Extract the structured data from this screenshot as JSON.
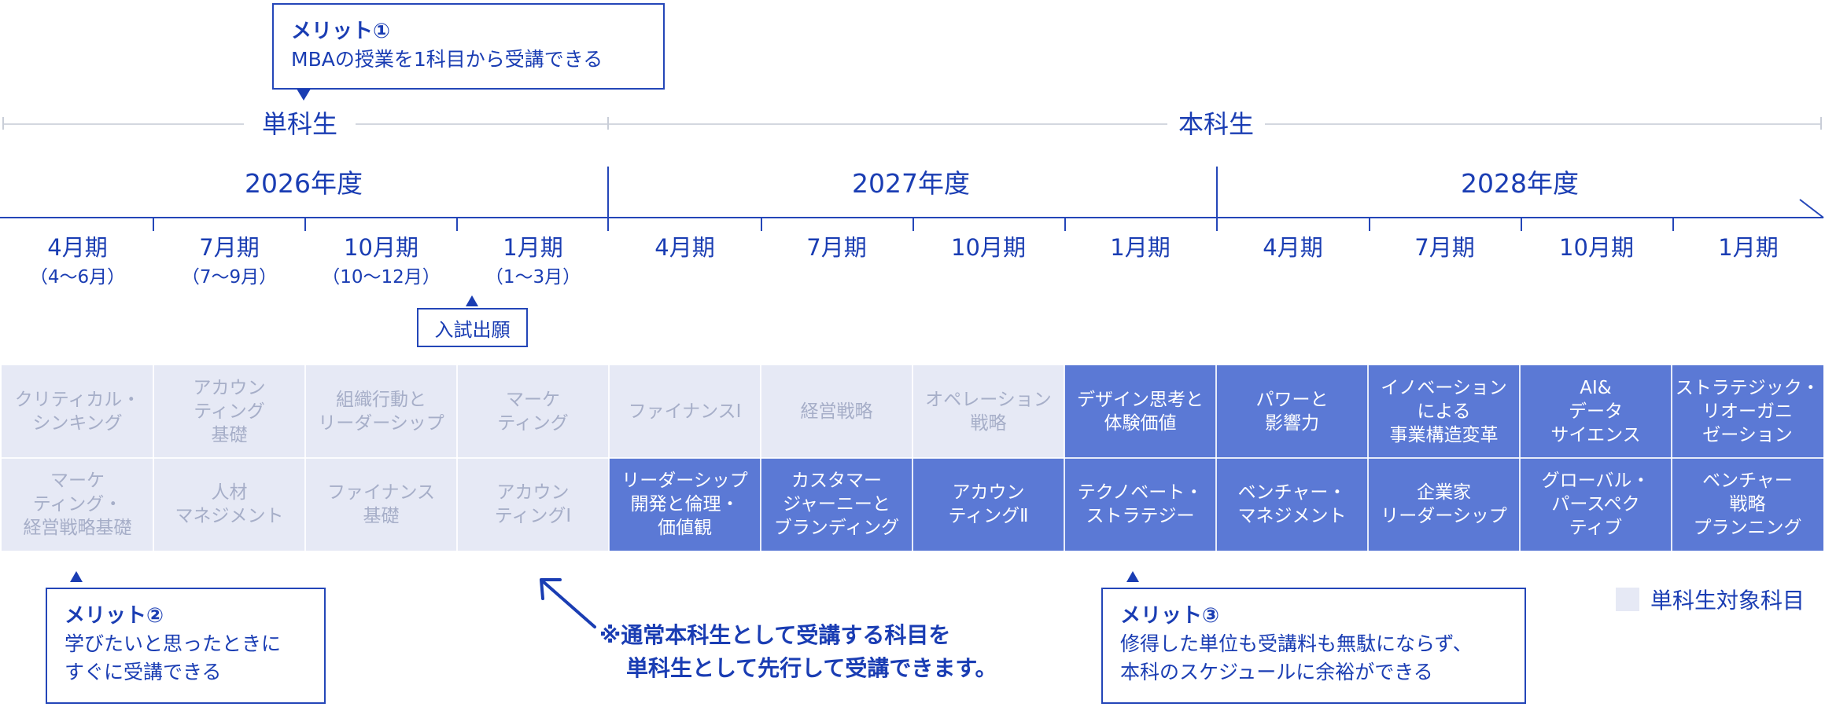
{
  "merit1": {
    "title": "メリット①",
    "body": "MBAの授業を1科目から受講できる"
  },
  "merit2": {
    "title": "メリット②",
    "line1": "学びたいと思ったときに",
    "line2": "すぐに受講できる"
  },
  "merit3": {
    "title": "メリット③",
    "line1": "修得した単位も受講料も無駄にならず、",
    "line2": "本科のスケジュールに余裕ができる"
  },
  "status": {
    "single": "単科生",
    "regular": "本科生"
  },
  "years": [
    "2026年度",
    "2027年度",
    "2028年度"
  ],
  "periods": [
    "4月期",
    "7月期",
    "10月期",
    "1月期",
    "4月期",
    "7月期",
    "10月期",
    "1月期",
    "4月期",
    "7月期",
    "10月期",
    "1月期"
  ],
  "period_ranges": [
    "（4〜6月）",
    "（7〜9月）",
    "（10〜12月）",
    "（1〜3月）"
  ],
  "exam_label": "入試出願",
  "note": {
    "line1": "※通常本科生として受講する科目を",
    "line2": "単科生として先行して受講できます。"
  },
  "legend": "単科生対象科目",
  "colors": {
    "primary": "#1a3db3",
    "dark_cell": "#5b79d5",
    "light_cell": "#e6e9f5",
    "light_text": "#a6aec8"
  },
  "courses": {
    "row1": [
      {
        "name": "クリティカル・\nシンキング",
        "single_eligible": true
      },
      {
        "name": "アカウン\nティング\n基礎",
        "single_eligible": true
      },
      {
        "name": "組織行動と\nリーダーシップ",
        "single_eligible": true
      },
      {
        "name": "マーケ\nティング",
        "single_eligible": true
      },
      {
        "name": "ファイナンスⅠ",
        "single_eligible": true
      },
      {
        "name": "経営戦略",
        "single_eligible": true
      },
      {
        "name": "オペレーション\n戦略",
        "single_eligible": true
      },
      {
        "name": "デザイン思考と\n体験価値",
        "single_eligible": false
      },
      {
        "name": "パワーと\n影響力",
        "single_eligible": false
      },
      {
        "name": "イノベーション\nによる\n事業構造変革",
        "single_eligible": false
      },
      {
        "name": "AI&\nデータ\nサイエンス",
        "single_eligible": false
      },
      {
        "name": "ストラテジック・\nリオーガニ\nゼーション",
        "single_eligible": false
      }
    ],
    "row2": [
      {
        "name": "マーケ\nティング・\n経営戦略基礎",
        "single_eligible": true
      },
      {
        "name": "人材\nマネジメント",
        "single_eligible": true
      },
      {
        "name": "ファイナンス\n基礎",
        "single_eligible": true
      },
      {
        "name": "アカウン\nティングⅠ",
        "single_eligible": true
      },
      {
        "name": "リーダーシップ\n開発と倫理・\n価値観",
        "single_eligible": false
      },
      {
        "name": "カスタマー\nジャーニーと\nブランディング",
        "single_eligible": false
      },
      {
        "name": "アカウン\nティングⅡ",
        "single_eligible": false
      },
      {
        "name": "テクノベート・\nストラテジー",
        "single_eligible": false
      },
      {
        "name": "ベンチャー・\nマネジメント",
        "single_eligible": false
      },
      {
        "name": "企業家\nリーダーシップ",
        "single_eligible": false
      },
      {
        "name": "グローバル・\nパースペク\nティブ",
        "single_eligible": false
      },
      {
        "name": "ベンチャー\n戦略\nプランニング",
        "single_eligible": false
      }
    ]
  }
}
